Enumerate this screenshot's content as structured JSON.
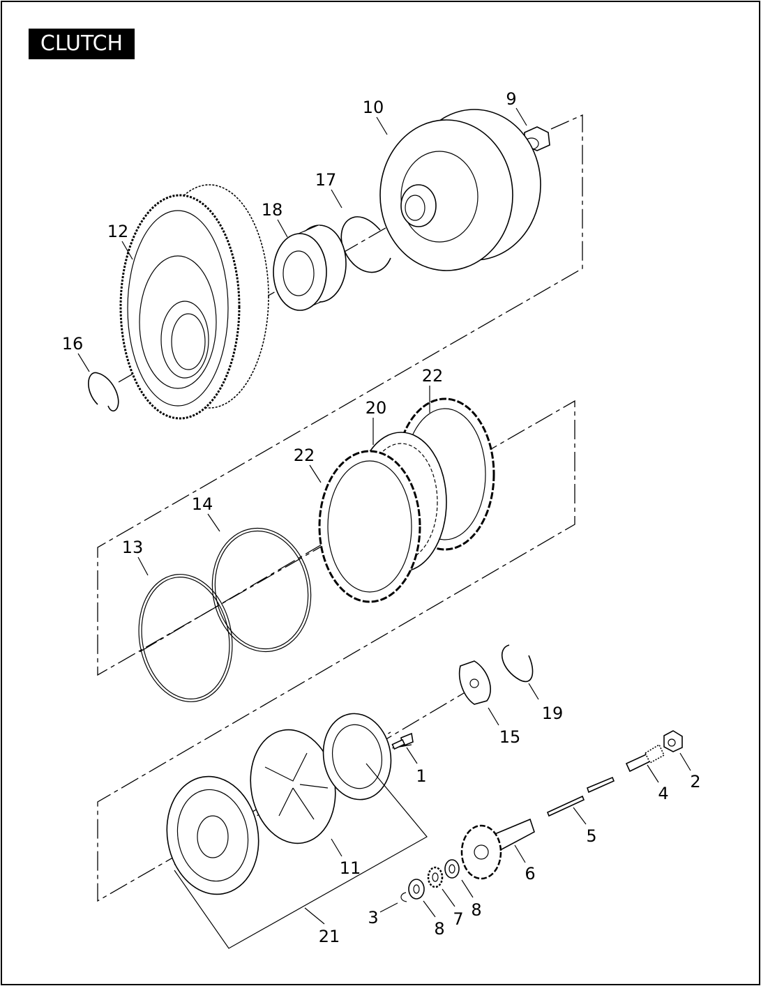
{
  "title": "CLUTCH",
  "callouts": {
    "c1": "1",
    "c2": "2",
    "c3": "3",
    "c4": "4",
    "c5": "5",
    "c6": "6",
    "c7": "7",
    "c8a": "8",
    "c8b": "8",
    "c9": "9",
    "c10": "10",
    "c11": "11",
    "c12": "12",
    "c13": "13",
    "c14": "14",
    "c15": "15",
    "c16": "16",
    "c17": "17",
    "c18": "18",
    "c19": "19",
    "c20": "20",
    "c21": "21",
    "c22a": "22",
    "c22b": "22"
  }
}
